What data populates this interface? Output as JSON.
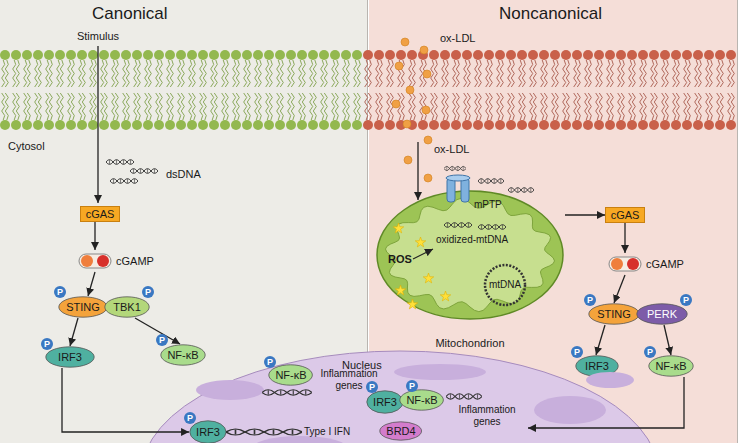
{
  "diagram": {
    "nodes": [
      {
        "text": [
          "Canonical"
        ]
      },
      {
        "text": [
          "Noncanonical"
        ]
      },
      {
        "text": [
          "cGAS"
        ],
        "in": 0
      },
      {
        "text": [
          "cGAMP"
        ],
        "in": 0
      },
      {
        "text": [
          "STING"
        ],
        "in": 0
      },
      {
        "text": [
          "TBK1"
        ],
        "in": 0
      },
      {
        "text": [
          "IRF3"
        ],
        "in": 0
      },
      {
        "text": [
          "NF-κB"
        ],
        "in": 0
      },
      {
        "text": [
          "Mitochondrion"
        ],
        "in": 1
      },
      {
        "text": [
          "cGAS"
        ],
        "in": 1
      },
      {
        "text": [
          "cGAMP"
        ],
        "in": 1
      },
      {
        "text": [
          "STING"
        ],
        "in": 1
      },
      {
        "text": [
          "PERK"
        ],
        "in": 1
      },
      {
        "text": [
          "IRF3"
        ],
        "in": 1
      },
      {
        "text": [
          "NF-κB"
        ],
        "in": 1
      },
      {
        "text": [
          "Nucleus"
        ]
      },
      {
        "text": [
          "IRF3"
        ],
        "in": 15
      },
      {
        "text": [
          "NF-κB"
        ],
        "in": 15
      },
      {
        "text": [
          "IRF3"
        ],
        "in": 15
      },
      {
        "text": [
          "NF-κB"
        ],
        "in": 15
      },
      {
        "text": [
          "BRD4"
        ],
        "in": 15
      }
    ],
    "edges": [
      {
        "from": 2,
        "to": 3,
        "arrow": "to"
      },
      {
        "from": 3,
        "to": 4,
        "arrow": "to"
      },
      {
        "from": 4,
        "to": 6,
        "arrow": "to"
      },
      {
        "from": 5,
        "to": 7,
        "arrow": "to"
      },
      {
        "from": 6,
        "to": 16,
        "arrow": "to"
      },
      {
        "from": 8,
        "to": 9,
        "arrow": "to"
      },
      {
        "from": 9,
        "to": 10,
        "arrow": "to"
      },
      {
        "from": 10,
        "to": 11,
        "arrow": "to"
      },
      {
        "from": 11,
        "to": 13,
        "arrow": "to"
      },
      {
        "from": 12,
        "to": 14,
        "arrow": "to"
      },
      {
        "from": 14,
        "to": 15,
        "arrow": "to"
      }
    ],
    "labels": [
      "Stimulus",
      "Cytosol",
      "dsDNA",
      "Inflammation genes",
      "Type I IFN",
      "ox-LDL",
      "ox-LDL",
      "mPTP",
      "oxidized-mtDNA",
      "ROS",
      "mtDNA",
      "Inflammation genes",
      "P",
      "P",
      "P",
      "P",
      "P",
      "P",
      "P",
      "P",
      "P",
      "P",
      "P",
      "P"
    ]
  }
}
